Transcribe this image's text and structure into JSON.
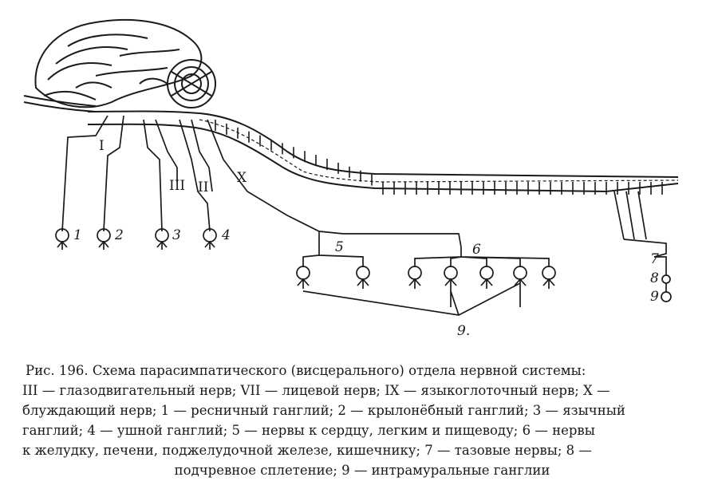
{
  "figure": {
    "nerve_labels": {
      "I": "I",
      "II": "II",
      "III": "III",
      "X": "X"
    },
    "node_labels": {
      "n1": "1",
      "n2": "2",
      "n3": "3",
      "n4": "4",
      "n5": "5",
      "n6": "6",
      "n7": "7",
      "n8": "8",
      "n9a": "9",
      "n9b": "9."
    }
  },
  "caption": {
    "title": "Рис. 196. Схема парасимпатического (висцерального) отдела нервной системы:",
    "line1": "III — глазодвигательный нерв; VII — лицевой нерв; IX — языкоглоточный нерв; X —",
    "line2": "блуждающий нерв; 1 — ресничный ганглий; 2 — крылонёбный ганглий; 3 — язычный",
    "line3": "ганглий; 4 — ушной ганглий; 5 — нервы к сердцу, легким и пищеводу; 6 — нервы",
    "line4": "к желудку, печени, поджелудочной железе, кишечнику; 7 — тазовые нервы; 8 —",
    "line5": "подчревное сплетение; 9 — интрамуральные ганглии"
  }
}
